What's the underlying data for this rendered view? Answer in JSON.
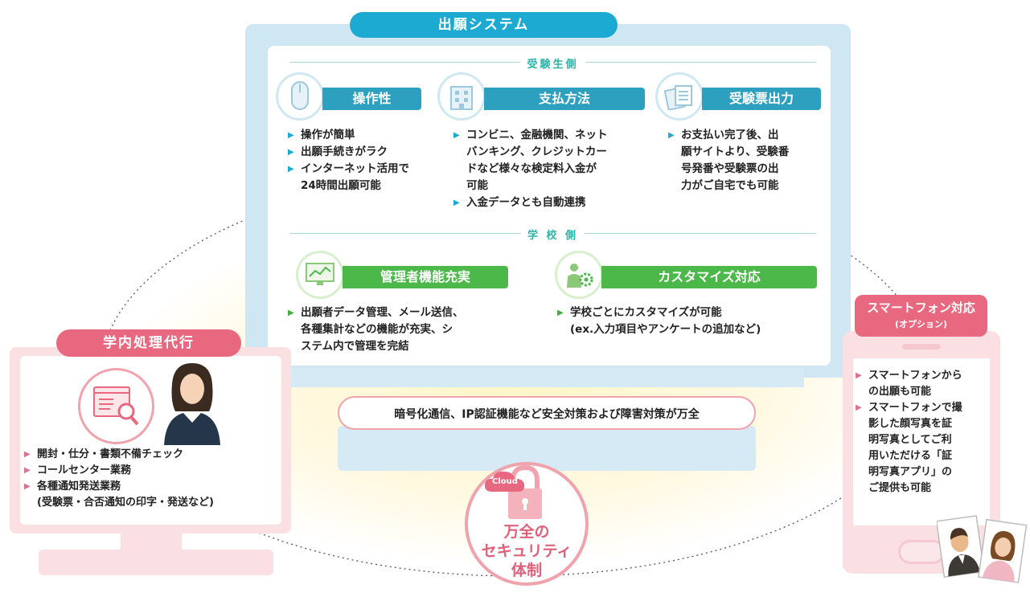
{
  "system_title": "出願システム",
  "sections": {
    "applicant": "受験生側",
    "school": "学 校 側"
  },
  "cards": {
    "usability": {
      "title": "操作性",
      "items": [
        "操作が簡単",
        "出願手続きがラク",
        "インターネット活用で",
        "24時間出願可能"
      ]
    },
    "payment": {
      "title": "支払方法",
      "items": [
        "コンビニ、金融機関、ネット",
        "バンキング、クレジットカー",
        "ドなど様々な検定料入金が",
        "可能",
        "入金データとも自動連携"
      ]
    },
    "ticket": {
      "title": "受験票出力",
      "items": [
        "お支払い完了後、出",
        "願サイトより、受験番",
        "号発番や受験票の出",
        "力がご自宅でも可能"
      ]
    },
    "admin": {
      "title": "管理者機能充実",
      "items": [
        "出願者データ管理、メール送信、",
        "各種集計などの機能が充実、シ",
        "ステム内で管理を完結"
      ]
    },
    "custom": {
      "title": "カスタマイズ対応",
      "items": [
        "学校ごとにカスタマイズが可能",
        "(ex.入力項目やアンケートの追加など)"
      ]
    }
  },
  "security_banner": "暗号化通信、IP認証機能など安全対策および障害対策が万全",
  "security_circle": {
    "cloud_label": "Cloud",
    "lines": [
      "万全の",
      "セキュリティ",
      "体制"
    ]
  },
  "proxy": {
    "title": "学内処理代行",
    "items": [
      "開封・仕分・書類不備チェック",
      "コールセンター業務",
      "各種通知発送業務",
      "(受験票・合否通知の印字・発送など)"
    ]
  },
  "smartphone": {
    "title": "スマートフォン対応",
    "subtitle": "(オプション)",
    "items": [
      "スマートフォンから",
      "の出願も可能",
      "スマートフォンで撮",
      "影した顔写真を証",
      "明写真としてご利",
      "用いただける「証",
      "明写真アプリ」の",
      "ご提供も可能"
    ]
  },
  "colors": {
    "blue": "#1daad2",
    "green": "#4db84a",
    "pink": "#e7687f",
    "teal": "#2bb3a6"
  },
  "icons": [
    "mouse-icon",
    "building-icon",
    "tickets-icon",
    "monitor-chart-icon",
    "gear-person-icon",
    "document-search-icon",
    "woman-icon",
    "lock-icon",
    "cloud-icon",
    "photo-man-icon",
    "photo-woman-icon"
  ]
}
